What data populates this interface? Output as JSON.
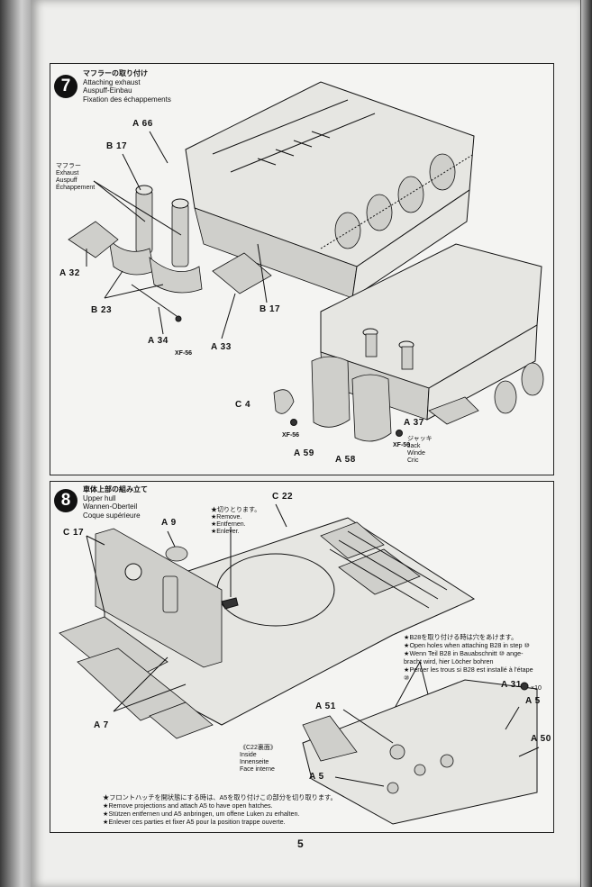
{
  "page_number": "5",
  "step7": {
    "number": "7",
    "title_jp": "マフラーの取り付け",
    "title_en": "Attaching exhaust",
    "title_de": "Auspuff-Einbau",
    "title_fr": "Fixation des échappements",
    "exhaust_label": [
      "マフラー",
      "Exhaust",
      "Auspuff",
      "Échappement"
    ],
    "jack_label": [
      "ジャッキ",
      "Jack",
      "Winde",
      "Cric"
    ],
    "parts": {
      "a66": "A 66",
      "b17_left": "B 17",
      "a32": "A 32",
      "b23": "B 23",
      "a34": "A 34",
      "xf56_a": "XF-56",
      "a33": "A 33",
      "b17_right": "B 17",
      "c4": "C 4",
      "xf56_b": "XF-56",
      "a59": "A 59",
      "a58": "A 58",
      "a37": "A 37",
      "xf56_c": "XF-56"
    }
  },
  "step8": {
    "number": "8",
    "title_jp": "車体上部の組み立て",
    "title_en": "Upper hull",
    "title_de": "Wannen-Oberteil",
    "title_fr": "Coque supérieure",
    "cut_note": [
      "★切りとります。",
      "★Remove.",
      "★Entfernen.",
      "★Enlever."
    ],
    "parts": {
      "c22": "C 22",
      "a9": "A 9",
      "c17": "C 17",
      "a7": "A 7",
      "a51": "A 51",
      "a31": "A 31",
      "x10": "×10",
      "a5_top": "A 5",
      "a50": "A 50",
      "a5_left": "A 5"
    },
    "b28_note": [
      "★B28を取り付ける時は穴をあけます。",
      "★Open holes when attaching B28 in step ⑩",
      "★Wenn Teil B28 in Bauabschnitt ⑩ ange-",
      "bracht wird, hier Löcher bohren",
      "★Percer les trous si B28 est installé à l'étape",
      "⑩"
    ],
    "inside_label": [
      "《C22裏面》",
      "Inside",
      "Innenseite",
      "Face interne"
    ],
    "hatch_note": [
      "★フロントハッチを開状態にする時は、A5を取り付けこの部分を切り取ります。",
      "★Remove projections and attach A5 to have open hatches.",
      "★Stützen entfernen und A5 anbringen, um offene Luken zu erhalten.",
      "★Enlever ces parties et fixer A5 pour la position trappe ouverte."
    ]
  }
}
